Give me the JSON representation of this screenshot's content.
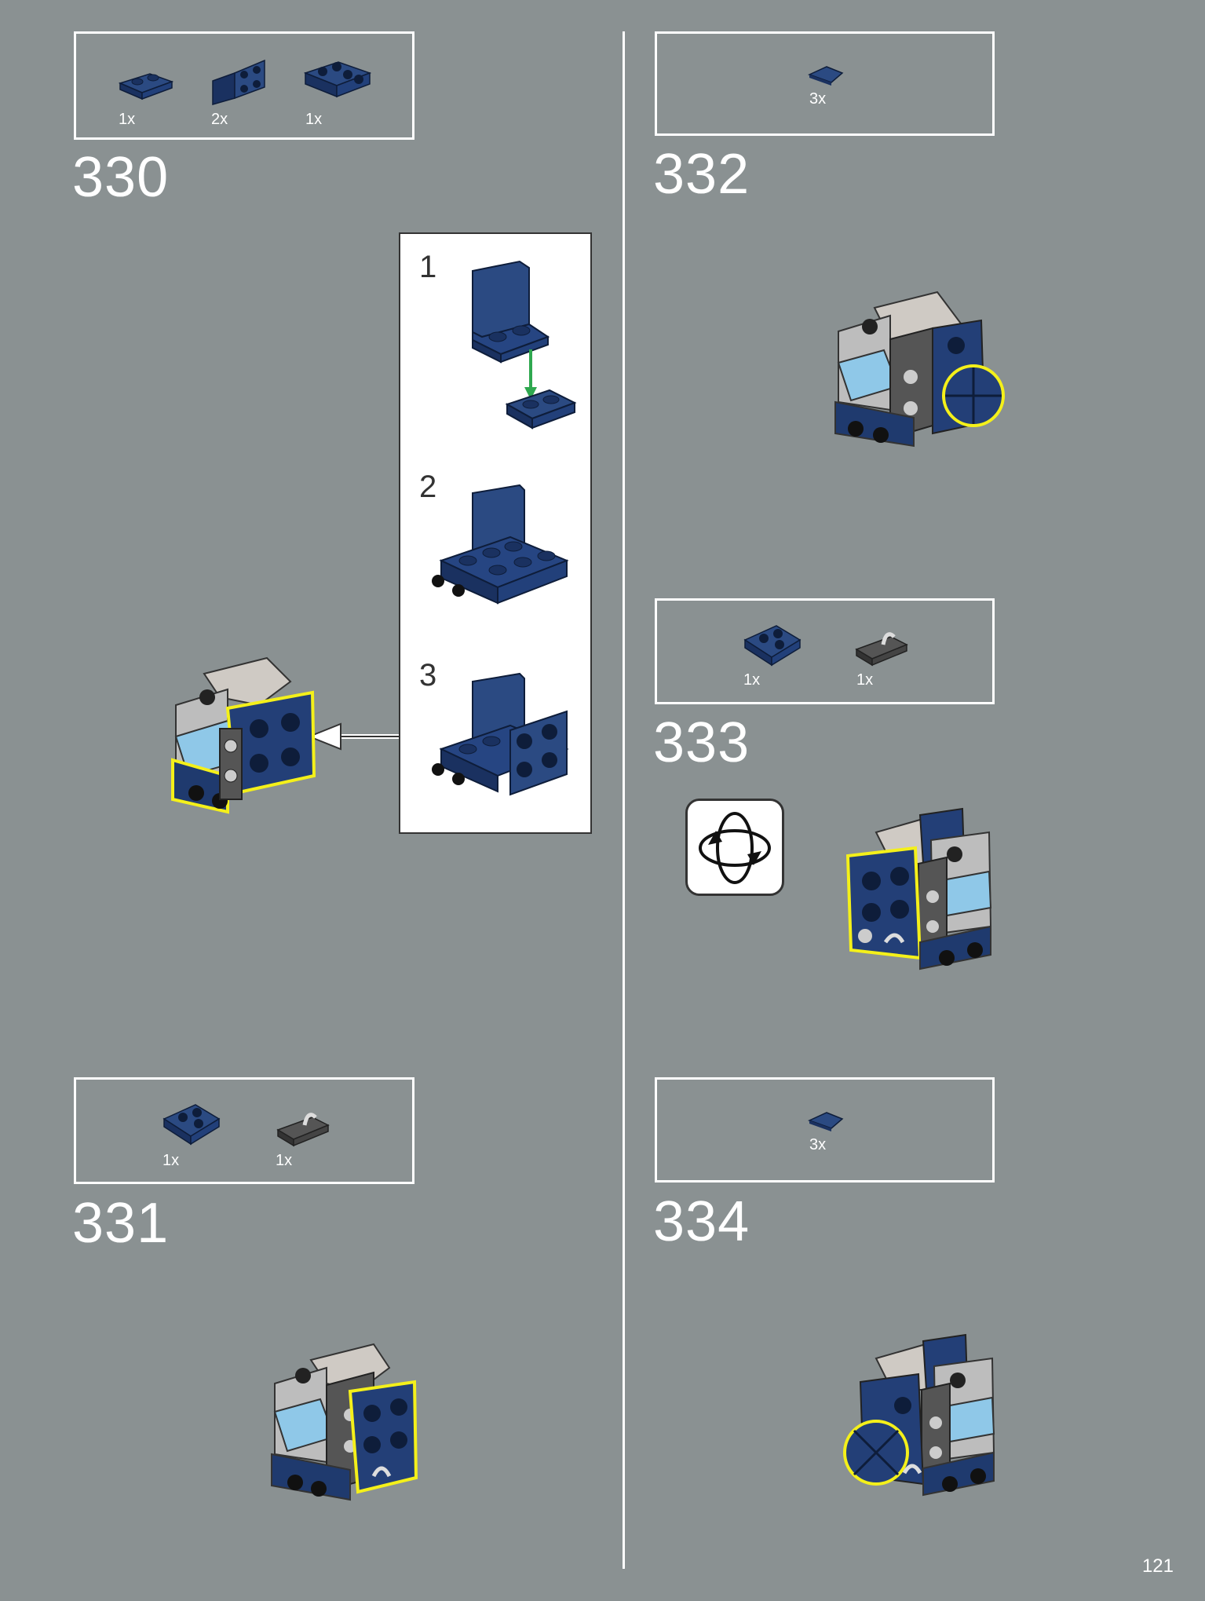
{
  "page_number": "121",
  "steps": {
    "s330": {
      "number": "330",
      "parts": [
        "1x",
        "2x",
        "1x"
      ]
    },
    "s331": {
      "number": "331",
      "parts": [
        "1x",
        "1x"
      ]
    },
    "s332": {
      "number": "332",
      "parts": [
        "3x"
      ]
    },
    "s333": {
      "number": "333",
      "parts": [
        "1x",
        "1x"
      ]
    },
    "s334": {
      "number": "334",
      "parts": [
        "3x"
      ]
    }
  },
  "substeps": [
    "1",
    "2",
    "3"
  ],
  "icons": {
    "rotate": "rotate-model-icon",
    "arrow": "callout-arrow-icon"
  },
  "colors": {
    "background": "#8a9192",
    "brick_blue": "#1f3a6e",
    "highlight": "#f4f01a",
    "light_blue": "#8fc8e8",
    "grey": "#c9c9c9",
    "green_arrow": "#2fa84f"
  }
}
